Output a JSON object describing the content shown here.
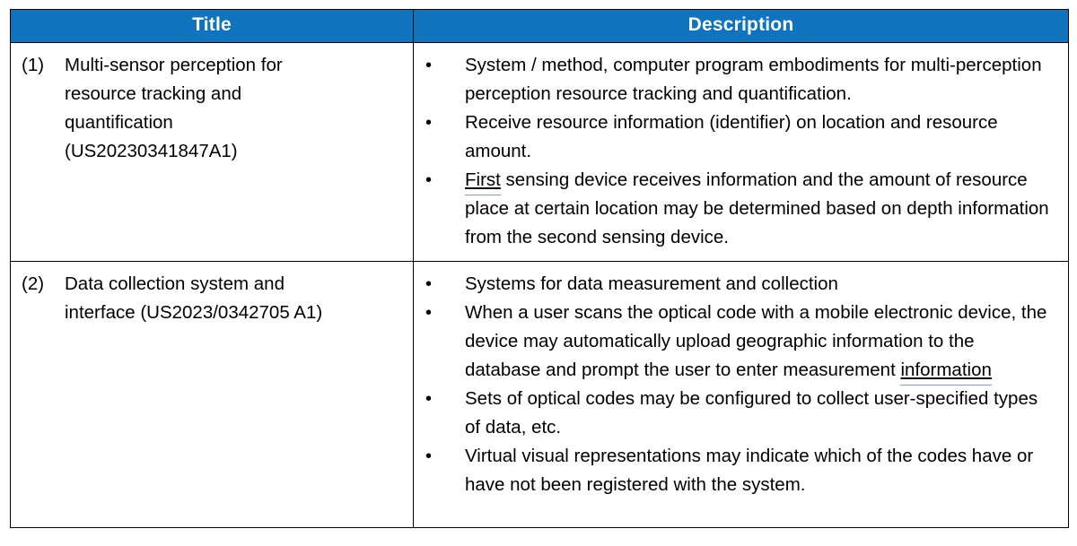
{
  "table": {
    "headers": {
      "title": "Title",
      "description": "Description"
    },
    "header_background": "#0F73BE",
    "header_text_color": "#FFFFFF",
    "border_color": "#000000",
    "rows": [
      {
        "number": "(1)",
        "title_lines": [
          "Multi-sensor perception for",
          "resource tracking and",
          "quantification",
          "(US20230341847A1)"
        ],
        "bullets": [
          {
            "segments": [
              {
                "text": "System / method, computer program embodiments for multi-perception perception resource tracking and quantification.",
                "style": "plain"
              }
            ]
          },
          {
            "segments": [
              {
                "text": "Receive resource information (identifier) on location and resource amount.",
                "style": "plain"
              }
            ]
          },
          {
            "segments": [
              {
                "text": "First",
                "style": "underline-blue"
              },
              {
                "text": " sensing device receives information and the amount of resource place at certain location may be determined based on depth information from the second sensing device.",
                "style": "plain"
              }
            ]
          }
        ]
      },
      {
        "number": "(2)",
        "title_lines": [
          "Data collection system and",
          "interface (US2023/0342705 A1)"
        ],
        "bullets": [
          {
            "segments": [
              {
                "text": "Systems for data measurement and collection",
                "style": "plain"
              }
            ]
          },
          {
            "segments": [
              {
                "text": "When a user scans the optical code with a mobile electronic device, the device may automatically upload geographic information to the database and prompt the user to enter measurement ",
                "style": "plain"
              },
              {
                "text": "information",
                "style": "underline-blue"
              }
            ]
          },
          {
            "segments": [
              {
                "text": "Sets of optical codes may be configured to collect user-specified types of data, etc.",
                "style": "plain"
              }
            ]
          },
          {
            "segments": [
              {
                "text": "Virtual visual representations may indicate which of the codes have or have not been registered with the system.",
                "style": "plain"
              }
            ]
          }
        ]
      }
    ],
    "bullet_glyph": "•"
  }
}
